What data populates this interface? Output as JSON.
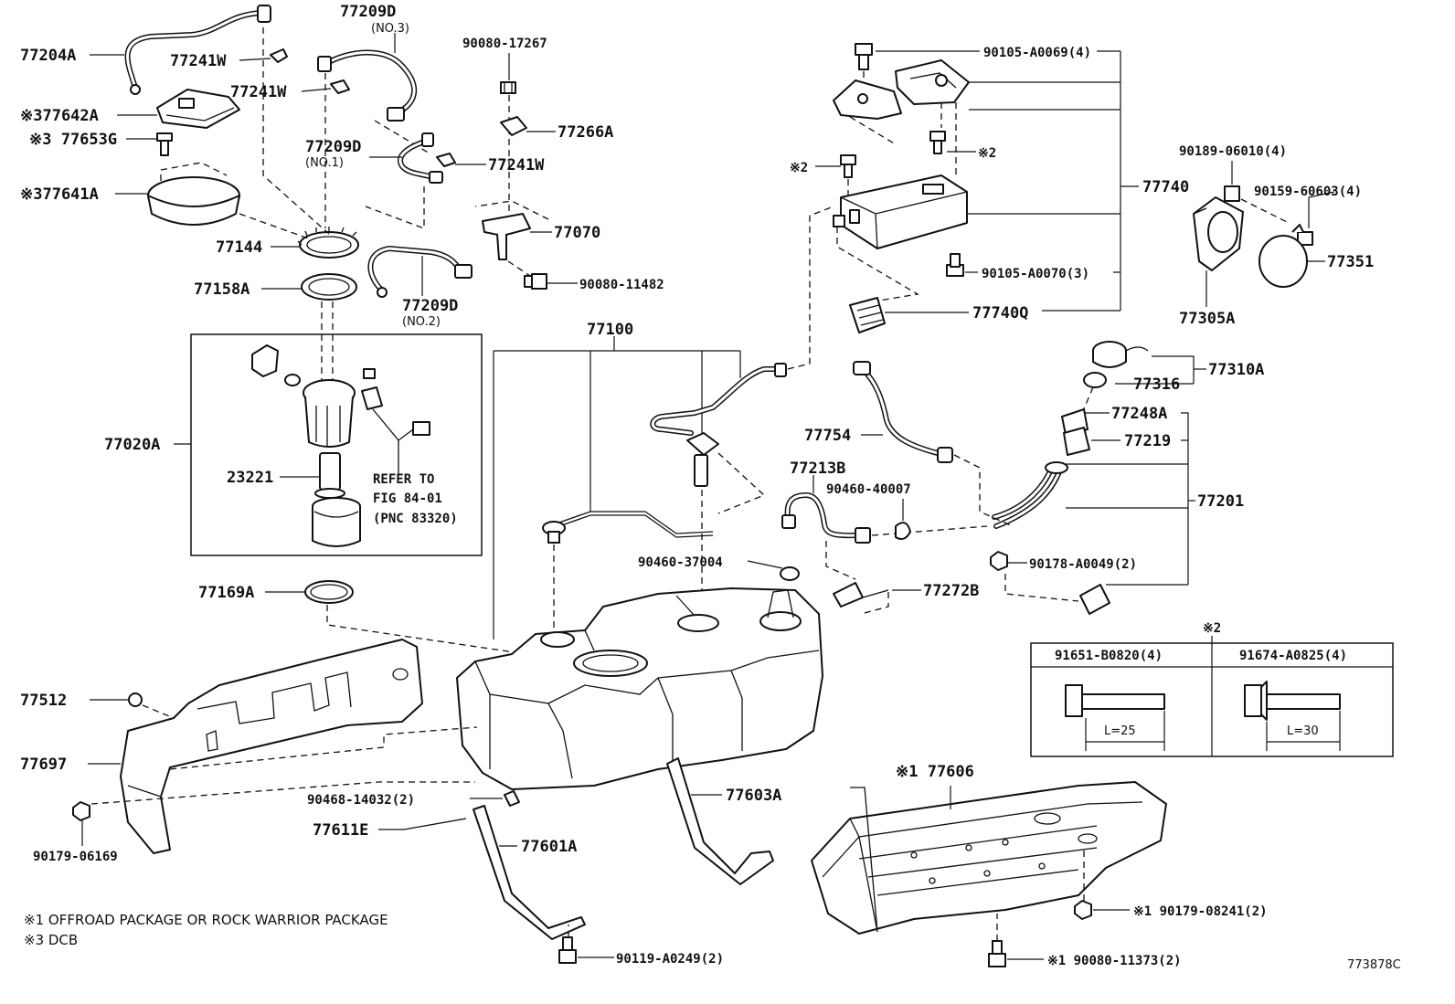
{
  "diagram_id": "773878C",
  "labels": {
    "p77204A": "77204A",
    "p77241W_a": "77241W",
    "p77241W_b": "77241W",
    "p77241W_c": "77241W",
    "p77642A": "※377642A",
    "p77653G": "※3 77653G",
    "p77641A": "※377641A",
    "p77144": "77144",
    "p77158A": "77158A",
    "p77020A": "77020A",
    "p23221": "23221",
    "p77169A": "77169A",
    "p77209D_3": "77209D",
    "p77209D_3_sub": "(NO.3)",
    "p77209D_1": "77209D",
    "p77209D_1_sub": "(NO.1)",
    "p77209D_2": "77209D",
    "p77209D_2_sub": "(NO.2)",
    "p90080_17267": "90080-17267",
    "p77266A": "77266A",
    "p77070": "77070",
    "p90080_11482": "90080-11482",
    "p77100": "77100",
    "p90105_A0069": "90105-A0069(4)",
    "p90105_A0070": "90105-A0070(3)",
    "p77740": "77740",
    "p77740Q": "77740Q",
    "mark2_a": "※2",
    "mark2_b": "※2",
    "mark2_c": "※2",
    "p90189_06010": "90189-06010(4)",
    "p90159_60603": "90159-60603(4)",
    "p77351": "77351",
    "p77305A": "77305A",
    "p77310A": "77310A",
    "p77316": "77316",
    "p77248A": "77248A",
    "p77219": "77219",
    "p77201": "77201",
    "p77754": "77754",
    "p77213B": "77213B",
    "p90460_40007": "90460-40007",
    "p90460_37004": "90460-37004",
    "p77272B": "77272B",
    "p90178_A0049": "90178-A0049(2)",
    "p77512": "77512",
    "p77697": "77697",
    "p90179_06169": "90179-06169",
    "p90468_14032": "90468-14032(2)",
    "p77611E": "77611E",
    "p77601A": "77601A",
    "p77603A": "77603A",
    "p90119_A0249": "90119-A0249(2)",
    "p77606": "※1 77606",
    "p90179_08241": "※1 90179-08241(2)",
    "p90080_11373": "※1 90080-11373(2)"
  },
  "refer": {
    "line1": "REFER TO",
    "line2": "FIG 84-01",
    "line3": "(PNC 83320)"
  },
  "bolt_table": {
    "title": "※2",
    "col1_head": "91651-B0820(4)",
    "col2_head": "91674-A0825(4)",
    "col1_len": "L=25",
    "col2_len": "L=30"
  },
  "notes": {
    "note1": "※1 OFFROAD PACKAGE OR ROCK WARRIOR PACKAGE",
    "note3": "※3 DCB"
  }
}
